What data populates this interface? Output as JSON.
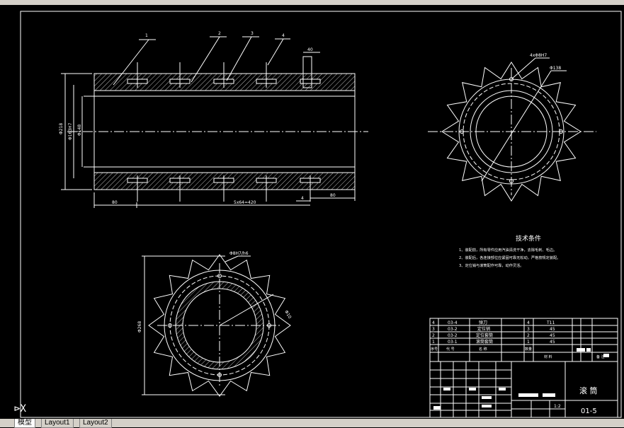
{
  "colors": {
    "background": "#000000",
    "line": "#ffffff",
    "hatch": "#bdbdbd"
  },
  "tabs": [
    "模型",
    "Layout1",
    "Layout2"
  ],
  "ucs_label": "X",
  "balloons": [
    "1",
    "2",
    "3",
    "4"
  ],
  "dims_front": {
    "top_small": "40",
    "outer_dia": "Φ218",
    "mid_dia": "Φ163H7",
    "inner_dia": "Φ148",
    "bottom_left": "80",
    "bottom_span": "5x64=420",
    "bottom_right": "80",
    "bottom_small": "4"
  },
  "dims_side": {
    "holes": "4xΦ8H7",
    "dia": "Φ138"
  },
  "dims_bottom": {
    "holes": "Φ8H7/h6",
    "outer_dia": "Φ268",
    "small": "Φ10"
  },
  "tech_req": {
    "title": "技术条件",
    "items": [
      "1、装配前，所有零件应用汽油清洗干净，去除毛刺、毛边。",
      "2、装配后，各连接部位应紧固可靠无松动，严格按规定装配。",
      "3、定位销与滚筒配作可靠，动作灵活。"
    ]
  },
  "bom": {
    "rows": [
      {
        "no": "4",
        "code": "03-4",
        "name": "弹刀",
        "qty": "4",
        "mat": "T11"
      },
      {
        "no": "3",
        "code": "03-2",
        "name": "定位销",
        "qty": "3",
        "mat": "45"
      },
      {
        "no": "2",
        "code": "03-2",
        "name": "定位套筒",
        "qty": "2",
        "mat": "45"
      },
      {
        "no": "1",
        "code": "03-1",
        "name": "滚筒套筒",
        "qty": "1",
        "mat": "45"
      }
    ],
    "header": {
      "no": "序号",
      "code": "代 号",
      "name": "名 称",
      "qty": "数量",
      "mat": "材 料",
      "note": "备 注"
    }
  },
  "title_block": {
    "name": "滚 筒",
    "drawing_no": "01-5",
    "scale": "1:2"
  }
}
